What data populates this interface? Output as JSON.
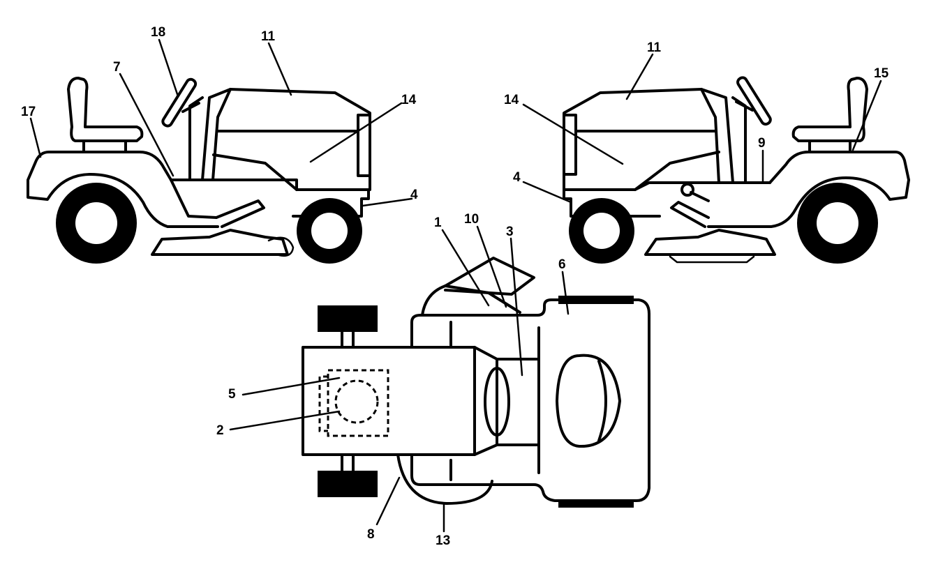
{
  "labels": {
    "l_side": {
      "n17": "17",
      "n18": "18",
      "n7": "7",
      "n11": "11",
      "n14": "14",
      "n4": "4"
    },
    "r_side": {
      "n11": "11",
      "n15": "15",
      "n14": "14",
      "n9": "9",
      "n4": "4"
    },
    "top_view": {
      "n1": "1",
      "n10": "10",
      "n3": "3",
      "n6": "6",
      "n5": "5",
      "n2": "2",
      "n8": "8",
      "n13": "13"
    }
  }
}
